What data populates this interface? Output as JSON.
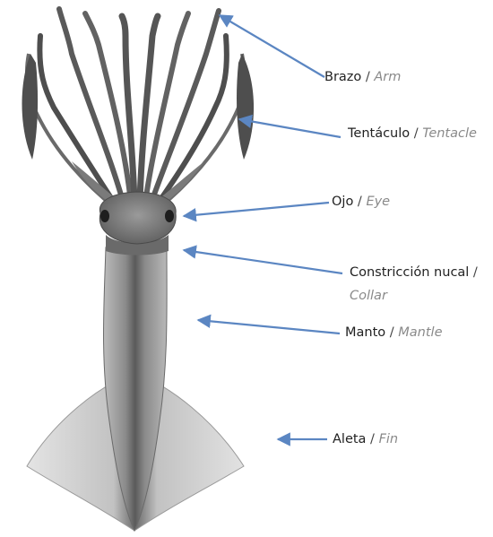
{
  "colors": {
    "arrow": "#5b86c2",
    "text_es": "#222222",
    "text_en": "#8a8a8a",
    "squid_dark": "#4a4a4a",
    "squid_mid": "#8b8b8b",
    "squid_light": "#c6c6c6"
  },
  "labels": {
    "arm": {
      "es": "Brazo",
      "sep": " / ",
      "en": "Arm"
    },
    "tentacle": {
      "es": "Tentáculo",
      "sep": " / ",
      "en": "Tentacle"
    },
    "eye": {
      "es": "Ojo",
      "sep": " / ",
      "en": "Eye"
    },
    "collar": {
      "es": "Constricción nucal",
      "sep": " /",
      "en": "Collar"
    },
    "mantle": {
      "es": "Manto",
      "sep": " / ",
      "en": "Mantle"
    },
    "fin": {
      "es": "Aleta",
      "sep": " / ",
      "en": "Fin"
    }
  }
}
